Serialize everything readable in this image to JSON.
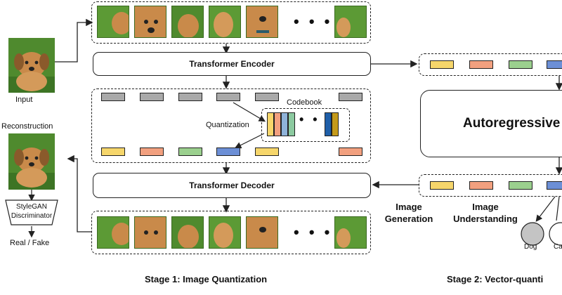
{
  "labels": {
    "input": "Input",
    "reconstruction": "Reconstruction",
    "real_fake": "Real / Fake",
    "discriminator_line1": "StyleGAN",
    "discriminator_line2": "Discriminator",
    "encoder": "Transformer Encoder",
    "decoder": "Transformer Decoder",
    "codebook": "Codebook",
    "quantization": "Quantization",
    "image_generation_line1": "Image",
    "image_generation_line2": "Generation",
    "image_understanding_line1": "Image",
    "image_understanding_line2": "Understanding",
    "autoregressive": "Autoregressive",
    "dog": "Dog",
    "cat": "Ca",
    "ellipsis": "• • •",
    "stage1": "Stage 1: Image Quantization",
    "stage2": "Stage 2: Vector-quanti"
  },
  "colors": {
    "token_gray": "#a9a9a9",
    "token_yellow": "#f6d66b",
    "token_orange": "#f2a07f",
    "token_green": "#9bd08e",
    "token_blue": "#6c8fd6",
    "code_yellow": "#f6d66b",
    "code_orange": "#f2a07f",
    "code_blue": "#8fb3d9",
    "code_green": "#8ccaa0",
    "code_darkblue": "#1f5fa8",
    "code_gold": "#c49a1a",
    "grass": "#4f8a2e",
    "fur": "#c98a4a"
  },
  "icons": {
    "dog_photo": "puppy-photo",
    "patch": "image-patch"
  }
}
